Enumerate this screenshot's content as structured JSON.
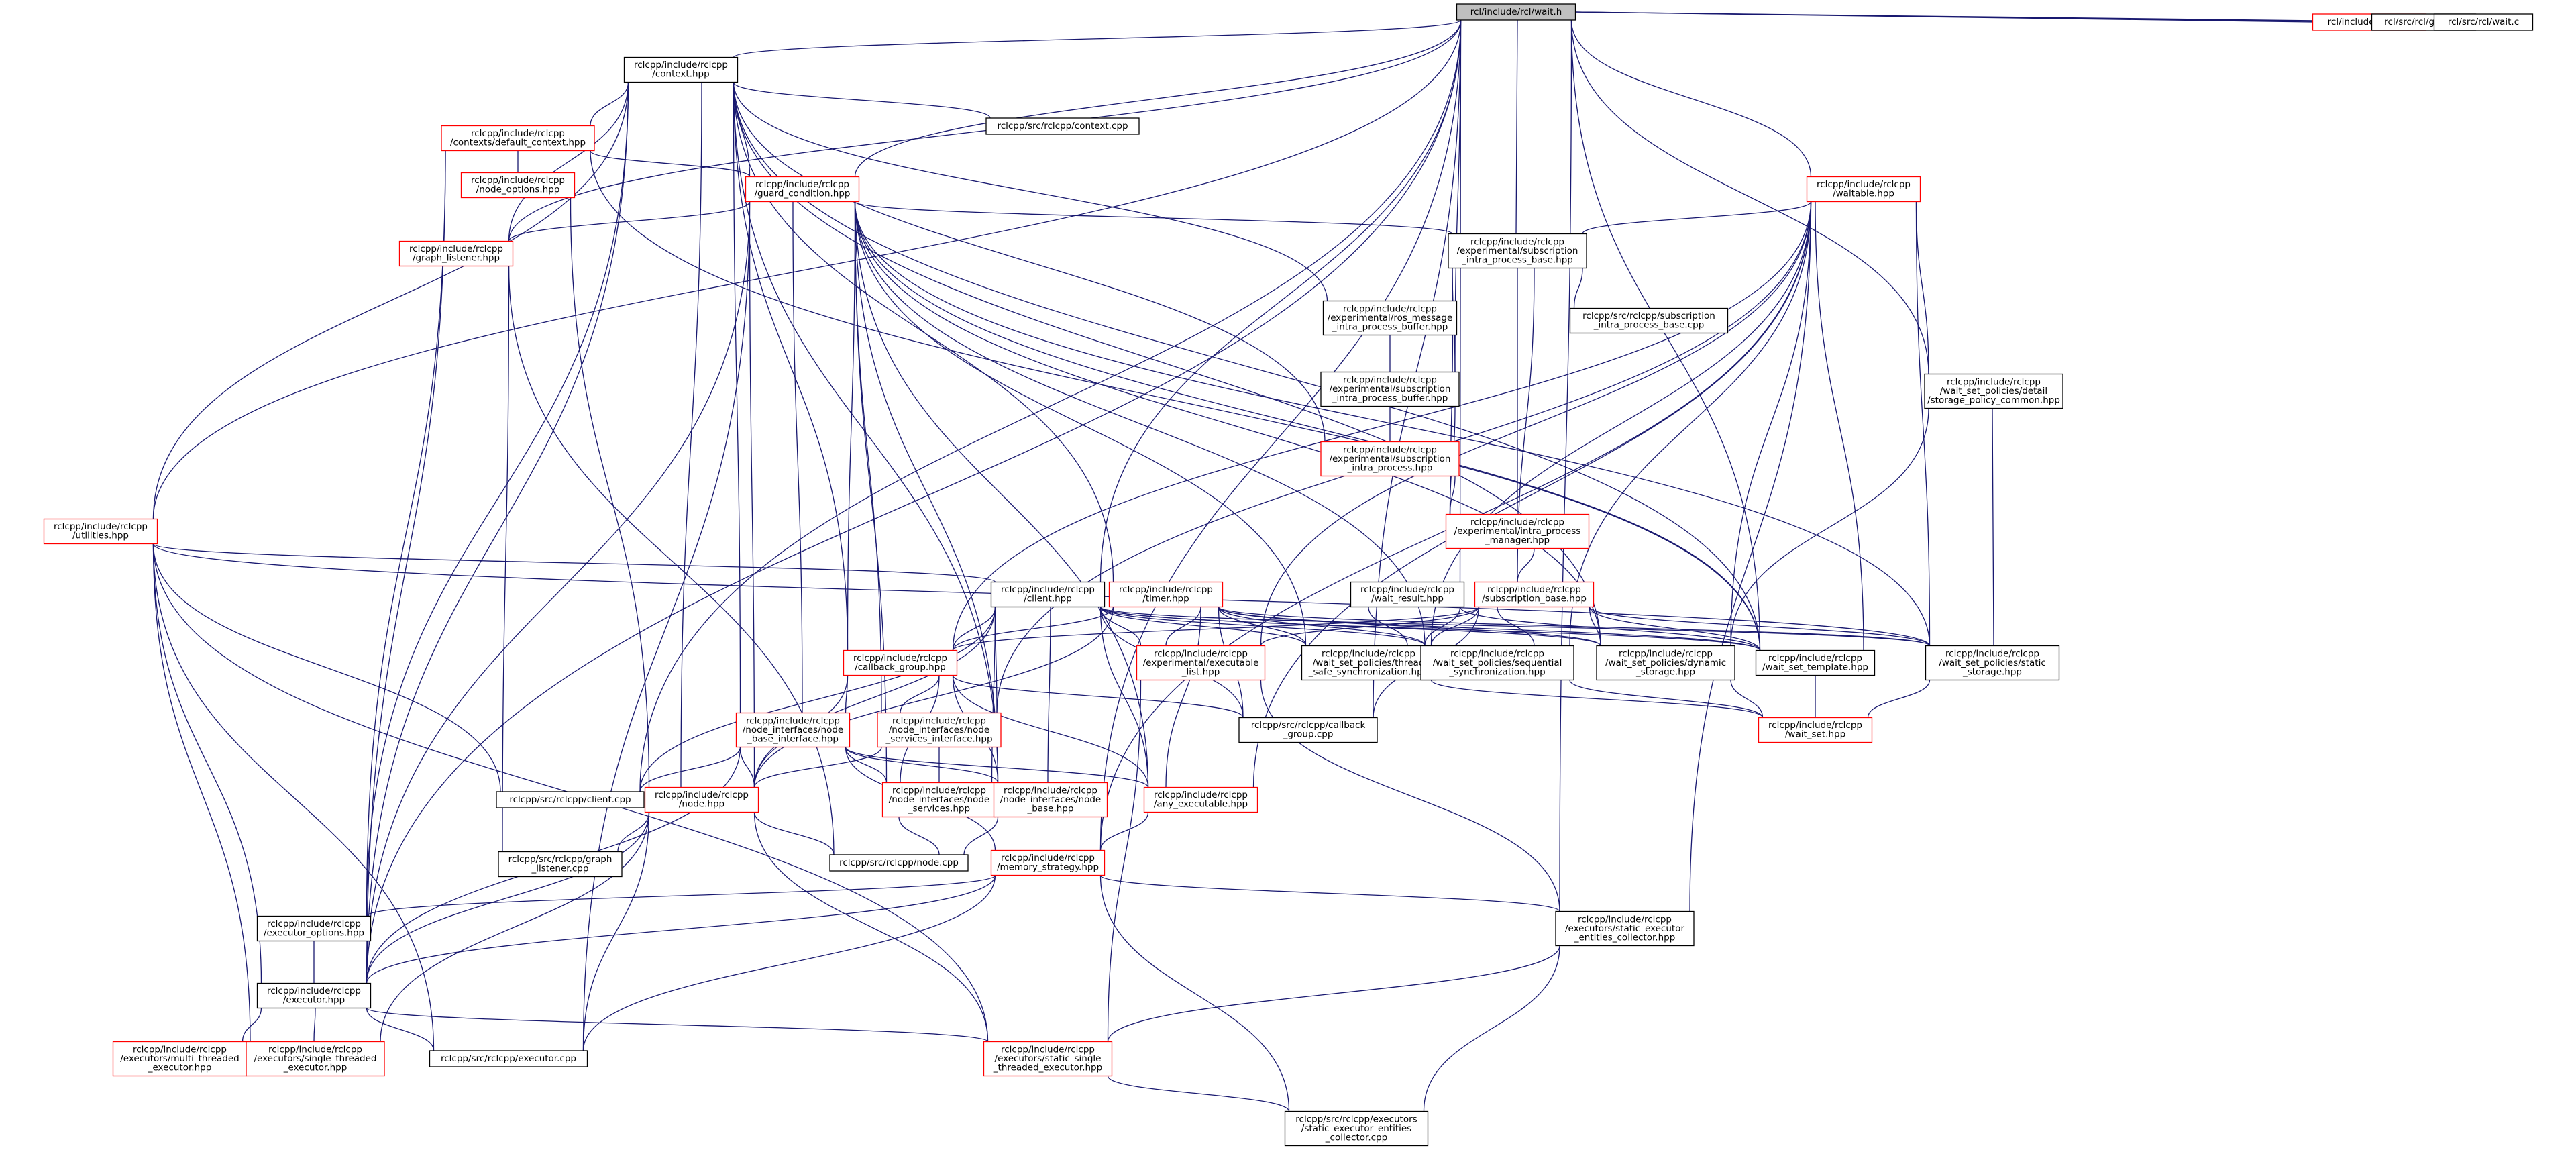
{
  "colors": {
    "edge": "#191970",
    "box_border_normal": "#000000",
    "box_border_truncated": "#ff0000",
    "box_fill": "#ffffff",
    "root_fill": "#bfbfbf"
  },
  "nodes": [
    {
      "id": "wait_h",
      "lines": [
        "rcl/include/rcl/wait.h"
      ],
      "style": "root"
    },
    {
      "id": "rcl_h",
      "lines": [
        "rcl/include/rcl/rcl.h"
      ],
      "style": "truncated"
    },
    {
      "id": "graph_c",
      "lines": [
        "rcl/src/rcl/graph.c"
      ],
      "style": "normal"
    },
    {
      "id": "wait_c",
      "lines": [
        "rcl/src/rcl/wait.c"
      ],
      "style": "normal"
    },
    {
      "id": "context",
      "lines": [
        "rclcpp/include/rclcpp",
        "/context.hpp"
      ],
      "style": "normal"
    },
    {
      "id": "default_context",
      "lines": [
        "rclcpp/include/rclcpp",
        "/contexts/default_context.hpp"
      ],
      "style": "truncated"
    },
    {
      "id": "context_cpp",
      "lines": [
        "rclcpp/src/rclcpp/context.cpp"
      ],
      "style": "normal"
    },
    {
      "id": "node_options",
      "lines": [
        "rclcpp/include/rclcpp",
        "/node_options.hpp"
      ],
      "style": "truncated"
    },
    {
      "id": "guard_condition",
      "lines": [
        "rclcpp/include/rclcpp",
        "/guard_condition.hpp"
      ],
      "style": "truncated"
    },
    {
      "id": "graph_listener",
      "lines": [
        "rclcpp/include/rclcpp",
        "/graph_listener.hpp"
      ],
      "style": "truncated"
    },
    {
      "id": "waitable",
      "lines": [
        "rclcpp/include/rclcpp",
        "/waitable.hpp"
      ],
      "style": "truncated"
    },
    {
      "id": "sub_ip_base",
      "lines": [
        "rclcpp/include/rclcpp",
        "/experimental/subscription",
        "_intra_process_base.hpp"
      ],
      "style": "normal"
    },
    {
      "id": "ros_msg_buf",
      "lines": [
        "rclcpp/include/rclcpp",
        "/experimental/ros_message",
        "_intra_process_buffer.hpp"
      ],
      "style": "normal"
    },
    {
      "id": "sub_ip_base_cpp",
      "lines": [
        "rclcpp/src/rclcpp/subscription",
        "_intra_process_base.cpp"
      ],
      "style": "normal"
    },
    {
      "id": "sub_ip_buf",
      "lines": [
        "rclcpp/include/rclcpp",
        "/experimental/subscription",
        "_intra_process_buffer.hpp"
      ],
      "style": "normal"
    },
    {
      "id": "storage_common",
      "lines": [
        "rclcpp/include/rclcpp",
        "/wait_set_policies/detail",
        "/storage_policy_common.hpp"
      ],
      "style": "normal"
    },
    {
      "id": "sub_ip",
      "lines": [
        "rclcpp/include/rclcpp",
        "/experimental/subscription",
        "_intra_process.hpp"
      ],
      "style": "truncated"
    },
    {
      "id": "ip_manager",
      "lines": [
        "rclcpp/include/rclcpp",
        "/experimental/intra_process",
        "_manager.hpp"
      ],
      "style": "truncated"
    },
    {
      "id": "utilities",
      "lines": [
        "rclcpp/include/rclcpp",
        "/utilities.hpp"
      ],
      "style": "truncated"
    },
    {
      "id": "client",
      "lines": [
        "rclcpp/include/rclcpp",
        "/client.hpp"
      ],
      "style": "normal"
    },
    {
      "id": "timer",
      "lines": [
        "rclcpp/include/rclcpp",
        "/timer.hpp"
      ],
      "style": "truncated"
    },
    {
      "id": "wait_result",
      "lines": [
        "rclcpp/include/rclcpp",
        "/wait_result.hpp"
      ],
      "style": "normal"
    },
    {
      "id": "sub_base",
      "lines": [
        "rclcpp/include/rclcpp",
        "/subscription_base.hpp"
      ],
      "style": "truncated"
    },
    {
      "id": "callback_group",
      "lines": [
        "rclcpp/include/rclcpp",
        "/callback_group.hpp"
      ],
      "style": "truncated"
    },
    {
      "id": "exec_list",
      "lines": [
        "rclcpp/include/rclcpp",
        "/experimental/executable",
        "_list.hpp"
      ],
      "style": "truncated"
    },
    {
      "id": "thread_safe",
      "lines": [
        "rclcpp/include/rclcpp",
        "/wait_set_policies/thread",
        "_safe_synchronization.hpp"
      ],
      "style": "normal"
    },
    {
      "id": "sequential",
      "lines": [
        "rclcpp/include/rclcpp",
        "/wait_set_policies/sequential",
        "_synchronization.hpp"
      ],
      "style": "normal"
    },
    {
      "id": "dynamic_storage",
      "lines": [
        "rclcpp/include/rclcpp",
        "/wait_set_policies/dynamic",
        "_storage.hpp"
      ],
      "style": "normal"
    },
    {
      "id": "wait_set_template",
      "lines": [
        "rclcpp/include/rclcpp",
        "/wait_set_template.hpp"
      ],
      "style": "normal"
    },
    {
      "id": "static_storage",
      "lines": [
        "rclcpp/include/rclcpp",
        "/wait_set_policies/static",
        "_storage.hpp"
      ],
      "style": "normal"
    },
    {
      "id": "callback_group_cpp",
      "lines": [
        "rclcpp/src/rclcpp/callback",
        "_group.cpp"
      ],
      "style": "normal"
    },
    {
      "id": "wait_set",
      "lines": [
        "rclcpp/include/rclcpp",
        "/wait_set.hpp"
      ],
      "style": "truncated"
    },
    {
      "id": "ni_base_interface",
      "lines": [
        "rclcpp/include/rclcpp",
        "/node_interfaces/node",
        "_base_interface.hpp"
      ],
      "style": "truncated"
    },
    {
      "id": "ni_services_interface",
      "lines": [
        "rclcpp/include/rclcpp",
        "/node_interfaces/node",
        "_services_interface.hpp"
      ],
      "style": "truncated"
    },
    {
      "id": "client_cpp",
      "lines": [
        "rclcpp/src/rclcpp/client.cpp"
      ],
      "style": "normal"
    },
    {
      "id": "node",
      "lines": [
        "rclcpp/include/rclcpp",
        "/node.hpp"
      ],
      "style": "truncated"
    },
    {
      "id": "ni_services",
      "lines": [
        "rclcpp/include/rclcpp",
        "/node_interfaces/node",
        "_services.hpp"
      ],
      "style": "truncated"
    },
    {
      "id": "ni_base",
      "lines": [
        "rclcpp/include/rclcpp",
        "/node_interfaces/node",
        "_base.hpp"
      ],
      "style": "truncated"
    },
    {
      "id": "any_executable",
      "lines": [
        "rclcpp/include/rclcpp",
        "/any_executable.hpp"
      ],
      "style": "truncated"
    },
    {
      "id": "graph_listener_cpp",
      "lines": [
        "rclcpp/src/rclcpp/graph",
        "_listener.cpp"
      ],
      "style": "normal"
    },
    {
      "id": "node_cpp",
      "lines": [
        "rclcpp/src/rclcpp/node.cpp"
      ],
      "style": "normal"
    },
    {
      "id": "memory_strategy",
      "lines": [
        "rclcpp/include/rclcpp",
        "/memory_strategy.hpp"
      ],
      "style": "truncated"
    },
    {
      "id": "executor_options",
      "lines": [
        "rclcpp/include/rclcpp",
        "/executor_options.hpp"
      ],
      "style": "normal"
    },
    {
      "id": "static_collector",
      "lines": [
        "rclcpp/include/rclcpp",
        "/executors/static_executor",
        "_entities_collector.hpp"
      ],
      "style": "normal"
    },
    {
      "id": "executor",
      "lines": [
        "rclcpp/include/rclcpp",
        "/executor.hpp"
      ],
      "style": "normal"
    },
    {
      "id": "multi_threaded",
      "lines": [
        "rclcpp/include/rclcpp",
        "/executors/multi_threaded",
        "_executor.hpp"
      ],
      "style": "truncated"
    },
    {
      "id": "single_threaded",
      "lines": [
        "rclcpp/include/rclcpp",
        "/executors/single_threaded",
        "_executor.hpp"
      ],
      "style": "truncated"
    },
    {
      "id": "executor_cpp",
      "lines": [
        "rclcpp/src/rclcpp/executor.cpp"
      ],
      "style": "normal"
    },
    {
      "id": "static_single",
      "lines": [
        "rclcpp/include/rclcpp",
        "/executors/static_single",
        "_threaded_executor.hpp"
      ],
      "style": "truncated"
    },
    {
      "id": "static_collector_cpp",
      "lines": [
        "rclcpp/src/rclcpp/executors",
        "/static_executor_entities",
        "_collector.cpp"
      ],
      "style": "normal"
    }
  ],
  "edges": [
    [
      "wait_h",
      "rcl_h"
    ],
    [
      "wait_h",
      "graph_c"
    ],
    [
      "wait_h",
      "wait_c"
    ],
    [
      "wait_h",
      "context"
    ],
    [
      "wait_h",
      "waitable"
    ],
    [
      "wait_h",
      "sub_ip_base"
    ],
    [
      "wait_h",
      "client"
    ],
    [
      "wait_h",
      "executor"
    ],
    [
      "wait_h",
      "utilities"
    ],
    [
      "wait_h",
      "graph_listener"
    ],
    [
      "wait_h",
      "guard_condition"
    ],
    [
      "wait_h",
      "wait_result"
    ],
    [
      "wait_h",
      "sub_ip_buf"
    ],
    [
      "wait_h",
      "storage_common"
    ],
    [
      "wait_h",
      "static_collector"
    ],
    [
      "wait_h",
      "wait_set_template"
    ],
    [
      "wait_h",
      "callback_group_cpp"
    ],
    [
      "wait_h",
      "memory_strategy"
    ],
    [
      "wait_h",
      "client_cpp"
    ],
    [
      "context",
      "default_context"
    ],
    [
      "context",
      "context_cpp"
    ],
    [
      "context",
      "guard_condition"
    ],
    [
      "context",
      "graph_listener"
    ],
    [
      "context",
      "utilities"
    ],
    [
      "context",
      "executor_options"
    ],
    [
      "context",
      "executor"
    ],
    [
      "context",
      "node"
    ],
    [
      "context",
      "ros_msg_buf"
    ],
    [
      "context",
      "sub_ip"
    ],
    [
      "context",
      "ni_base_interface"
    ],
    [
      "context",
      "timer"
    ],
    [
      "context",
      "callback_group"
    ],
    [
      "context",
      "wait_set_template"
    ],
    [
      "context",
      "ni_base"
    ],
    [
      "context",
      "dynamic_storage"
    ],
    [
      "default_context",
      "node_options"
    ],
    [
      "default_context",
      "guard_condition"
    ],
    [
      "default_context",
      "executor"
    ],
    [
      "default_context",
      "executor_options"
    ],
    [
      "default_context",
      "wait_set_template"
    ],
    [
      "node_options",
      "node"
    ],
    [
      "guard_condition",
      "graph_listener"
    ],
    [
      "guard_condition",
      "sub_ip_base"
    ],
    [
      "guard_condition",
      "callback_group"
    ],
    [
      "guard_condition",
      "ni_base_interface"
    ],
    [
      "guard_condition",
      "node"
    ],
    [
      "guard_condition",
      "executor"
    ],
    [
      "guard_condition",
      "executor_cpp"
    ],
    [
      "guard_condition",
      "thread_safe"
    ],
    [
      "guard_condition",
      "sequential"
    ],
    [
      "guard_condition",
      "dynamic_storage"
    ],
    [
      "guard_condition",
      "wait_set_template"
    ],
    [
      "guard_condition",
      "static_storage"
    ],
    [
      "guard_condition",
      "ni_services_interface"
    ],
    [
      "guard_condition",
      "ni_services"
    ],
    [
      "guard_condition",
      "ni_base"
    ],
    [
      "guard_condition",
      "any_executable"
    ],
    [
      "graph_listener",
      "graph_listener_cpp"
    ],
    [
      "graph_listener",
      "node_cpp"
    ],
    [
      "waitable",
      "sub_ip_base"
    ],
    [
      "waitable",
      "callback_group"
    ],
    [
      "waitable",
      "exec_list"
    ],
    [
      "waitable",
      "dynamic_storage"
    ],
    [
      "waitable",
      "wait_set_template"
    ],
    [
      "waitable",
      "static_storage"
    ],
    [
      "waitable",
      "storage_common"
    ],
    [
      "waitable",
      "sequential"
    ],
    [
      "waitable",
      "thread_safe"
    ],
    [
      "waitable",
      "memory_strategy"
    ],
    [
      "waitable",
      "static_collector"
    ],
    [
      "waitable",
      "ni_services_interface"
    ],
    [
      "waitable",
      "any_executable"
    ],
    [
      "sub_ip_base",
      "ros_msg_buf"
    ],
    [
      "sub_ip_base",
      "sub_ip_base_cpp"
    ],
    [
      "sub_ip_base",
      "sub_ip_buf"
    ],
    [
      "sub_ip_base",
      "ip_manager"
    ],
    [
      "sub_ip_base",
      "sub_base"
    ],
    [
      "ros_msg_buf",
      "sub_ip_buf"
    ],
    [
      "ros_msg_buf",
      "ip_manager"
    ],
    [
      "sub_ip_buf",
      "sub_ip"
    ],
    [
      "sub_ip_buf",
      "ip_manager"
    ],
    [
      "sub_ip",
      "ip_manager"
    ],
    [
      "ip_manager",
      "sub_base"
    ],
    [
      "storage_common",
      "dynamic_storage"
    ],
    [
      "storage_common",
      "static_storage"
    ],
    [
      "utilities",
      "client"
    ],
    [
      "utilities",
      "executor"
    ],
    [
      "utilities",
      "client_cpp"
    ],
    [
      "utilities",
      "executor_cpp"
    ],
    [
      "utilities",
      "static_single"
    ],
    [
      "utilities",
      "single_threaded"
    ],
    [
      "utilities",
      "static_storage"
    ],
    [
      "client",
      "callback_group"
    ],
    [
      "client",
      "exec_list"
    ],
    [
      "client",
      "thread_safe"
    ],
    [
      "client",
      "sequential"
    ],
    [
      "client",
      "dynamic_storage"
    ],
    [
      "client",
      "wait_set_template"
    ],
    [
      "client",
      "static_storage"
    ],
    [
      "client",
      "node"
    ],
    [
      "client",
      "client_cpp"
    ],
    [
      "client",
      "ni_services_interface"
    ],
    [
      "client",
      "ni_services"
    ],
    [
      "client",
      "ni_base"
    ],
    [
      "client",
      "callback_group_cpp"
    ],
    [
      "client",
      "any_executable"
    ],
    [
      "timer",
      "callback_group"
    ],
    [
      "timer",
      "exec_list"
    ],
    [
      "timer",
      "thread_safe"
    ],
    [
      "timer",
      "sequential"
    ],
    [
      "timer",
      "dynamic_storage"
    ],
    [
      "timer",
      "wait_set_template"
    ],
    [
      "timer",
      "static_storage"
    ],
    [
      "timer",
      "node"
    ],
    [
      "timer",
      "any_executable"
    ],
    [
      "timer",
      "callback_group_cpp"
    ],
    [
      "wait_result",
      "wait_set_template"
    ],
    [
      "wait_result",
      "thread_safe"
    ],
    [
      "wait_result",
      "sequential"
    ],
    [
      "sub_base",
      "callback_group"
    ],
    [
      "sub_base",
      "exec_list"
    ],
    [
      "sub_base",
      "thread_safe"
    ],
    [
      "sub_base",
      "sequential"
    ],
    [
      "sub_base",
      "dynamic_storage"
    ],
    [
      "sub_base",
      "wait_set_template"
    ],
    [
      "sub_base",
      "static_storage"
    ],
    [
      "sub_base",
      "callback_group_cpp"
    ],
    [
      "callback_group",
      "ni_base_interface"
    ],
    [
      "callback_group",
      "ni_services_interface"
    ],
    [
      "callback_group",
      "node"
    ],
    [
      "callback_group",
      "callback_group_cpp"
    ],
    [
      "callback_group",
      "ni_base"
    ],
    [
      "callback_group",
      "ni_services"
    ],
    [
      "callback_group",
      "any_executable"
    ],
    [
      "exec_list",
      "static_single"
    ],
    [
      "exec_list",
      "static_collector"
    ],
    [
      "thread_safe",
      "wait_set"
    ],
    [
      "sequential",
      "wait_set"
    ],
    [
      "dynamic_storage",
      "wait_set"
    ],
    [
      "wait_set_template",
      "wait_set"
    ],
    [
      "static_storage",
      "wait_set"
    ],
    [
      "ni_base_interface",
      "node"
    ],
    [
      "ni_base_interface",
      "client_cpp"
    ],
    [
      "ni_base_interface",
      "ni_services"
    ],
    [
      "ni_base_interface",
      "ni_base"
    ],
    [
      "ni_base_interface",
      "memory_strategy"
    ],
    [
      "ni_base_interface",
      "executor"
    ],
    [
      "ni_base_interface",
      "any_executable"
    ],
    [
      "ni_services_interface",
      "ni_services"
    ],
    [
      "ni_services_interface",
      "node"
    ],
    [
      "node",
      "graph_listener_cpp"
    ],
    [
      "node",
      "node_cpp"
    ],
    [
      "node",
      "executor"
    ],
    [
      "node",
      "executor_cpp"
    ],
    [
      "node",
      "single_threaded"
    ],
    [
      "node",
      "static_single"
    ],
    [
      "ni_services",
      "node_cpp"
    ],
    [
      "ni_base",
      "node_cpp"
    ],
    [
      "any_executable",
      "memory_strategy"
    ],
    [
      "memory_strategy",
      "executor_options"
    ],
    [
      "memory_strategy",
      "executor"
    ],
    [
      "memory_strategy",
      "static_collector"
    ],
    [
      "memory_strategy",
      "executor_cpp"
    ],
    [
      "memory_strategy",
      "static_collector_cpp"
    ],
    [
      "executor_options",
      "executor"
    ],
    [
      "static_collector",
      "static_single"
    ],
    [
      "static_collector",
      "static_collector_cpp"
    ],
    [
      "executor",
      "multi_threaded"
    ],
    [
      "executor",
      "single_threaded"
    ],
    [
      "executor",
      "executor_cpp"
    ],
    [
      "executor",
      "static_single"
    ],
    [
      "static_single",
      "static_collector_cpp"
    ]
  ]
}
